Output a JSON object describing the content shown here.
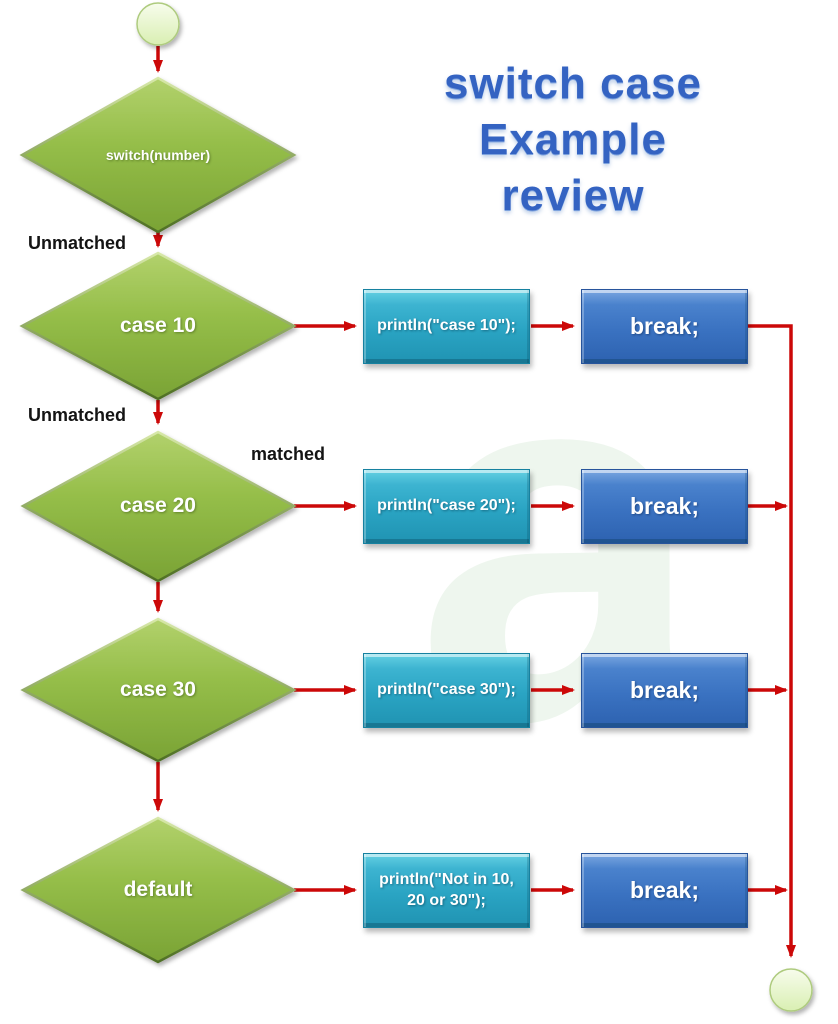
{
  "title": {
    "line1": "switch case",
    "line2": "Example",
    "line3": "review"
  },
  "edge_labels": {
    "unmatched_top": "Unmatched",
    "unmatched_mid": "Unmatched",
    "matched": "matched"
  },
  "switch_diamond": {
    "label": "switch(number)"
  },
  "cases": [
    {
      "label": "case 10",
      "action": "println(\"case 10\");",
      "break": "break;"
    },
    {
      "label": "case 20",
      "action": "println(\"case 20\");",
      "break": "break;"
    },
    {
      "label": "case 30",
      "action": "println(\"case 30\");",
      "break": "break;"
    },
    {
      "label": "default",
      "action_lines": [
        "println(\"Not in 10,",
        "20 or 30\");"
      ],
      "break": "break;"
    }
  ],
  "watermark": {
    "glyph": "a"
  },
  "colors": {
    "arrow": "#cc0808",
    "diamond_green": "#8fb944",
    "action_teal": "#2aa4c3",
    "break_blue": "#3a72c1",
    "title_blue": "#3463c2",
    "terminal_fill": "#e7f4cd",
    "label_black": "#141414"
  }
}
